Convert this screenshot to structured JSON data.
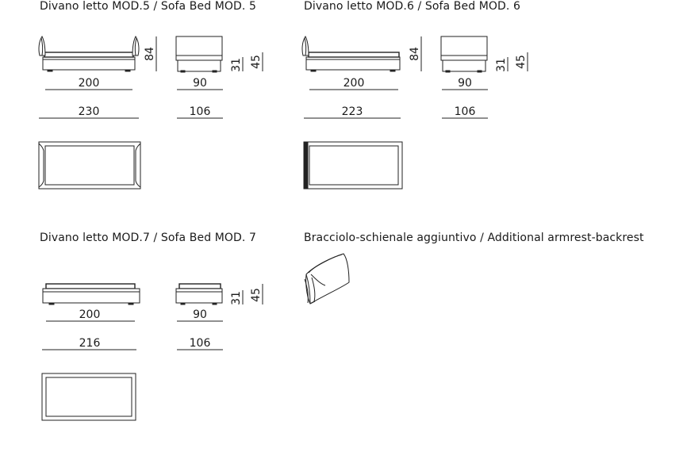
{
  "titles": {
    "mod5": "Divano letto MOD.5 / Sofa Bed MOD. 5",
    "mod6": "Divano letto MOD.6 / Sofa Bed MOD. 6",
    "mod7": "Divano letto MOD.7 / Sofa Bed MOD. 7",
    "armrest": "Bracciolo-schienale aggiuntivo / Additional armrest-backrest"
  },
  "mod5": {
    "width_inner": "200",
    "width_outer": "230",
    "height": "84",
    "depth_inner": "90",
    "depth_outer": "106",
    "seat_height": "31",
    "total_height": "45"
  },
  "mod6": {
    "width_inner": "200",
    "width_outer": "223",
    "height": "84",
    "depth_inner": "90",
    "depth_outer": "106",
    "seat_height": "31",
    "total_height": "45"
  },
  "mod7": {
    "width_inner": "200",
    "width_outer": "216",
    "depth_inner": "90",
    "depth_outer": "106",
    "seat_height": "31",
    "total_height": "45"
  }
}
